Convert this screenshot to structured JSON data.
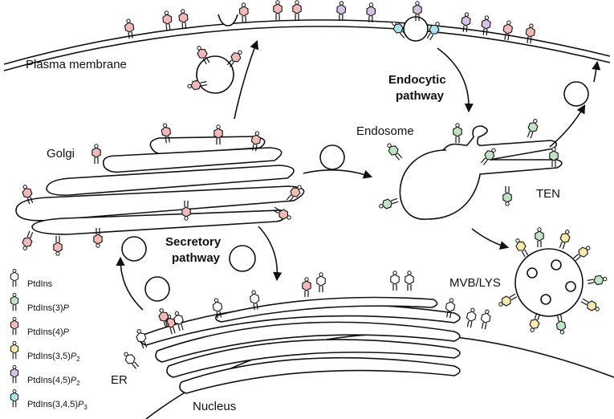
{
  "labels": {
    "plasma_membrane": "Plasma membrane",
    "endocytic_1": "Endocytic",
    "endocytic_2": "pathway",
    "endosome": "Endosome",
    "golgi": "Golgi",
    "ten": "TEN",
    "secretory_1": "Secretory",
    "secretory_2": "pathway",
    "mvb": "MVB/LYS",
    "er": "ER",
    "nucleus": "Nucleus"
  },
  "legend": [
    {
      "base": "PtdIns",
      "suffix": "",
      "sub": "",
      "color": "#ffffff",
      "name": "ptdins"
    },
    {
      "base": "PtdIns(3)",
      "suffix": "P",
      "sub": "",
      "color": "#bfe3c4",
      "name": "ptdins3p"
    },
    {
      "base": "PtdIns(4)",
      "suffix": "P",
      "sub": "",
      "color": "#f2b9b9",
      "name": "ptdins4p"
    },
    {
      "base": "PtdIns(3,5)",
      "suffix": "P",
      "sub": "2",
      "color": "#f6ebac",
      "name": "ptdins35p2"
    },
    {
      "base": "PtdIns(4,5)",
      "suffix": "P",
      "sub": "2",
      "color": "#d6c2e3",
      "name": "ptdins45p2"
    },
    {
      "base": "PtdIns(3,4,5)",
      "suffix": "P",
      "sub": "3",
      "color": "#a8e3ea",
      "name": "ptdins345p3"
    }
  ]
}
